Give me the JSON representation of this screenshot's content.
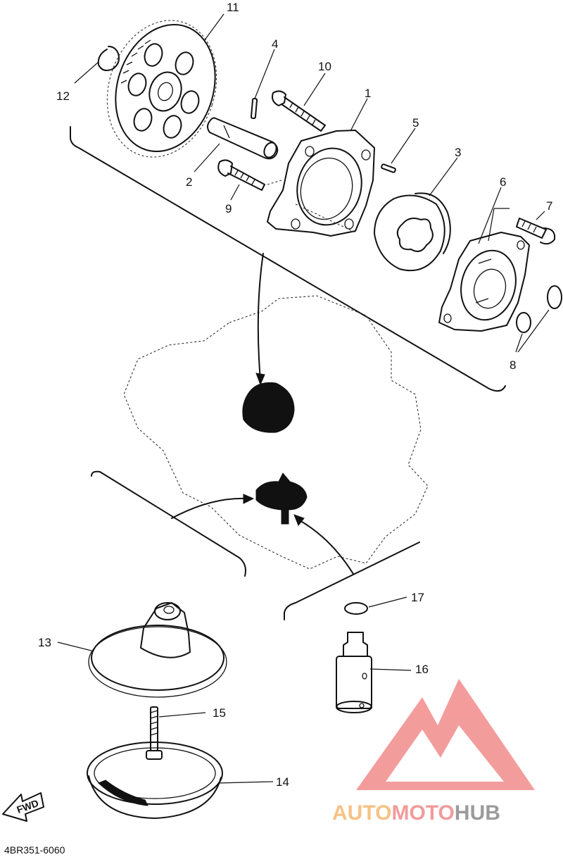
{
  "diagram": {
    "part_code": "4BR351-6060",
    "fwd_label": "FWD",
    "callouts": [
      "1",
      "2",
      "3",
      "4",
      "5",
      "6",
      "7",
      "8",
      "9",
      "10",
      "11",
      "12",
      "13",
      "14",
      "15",
      "16",
      "17"
    ]
  },
  "watermark": {
    "word_auto": "AUTO",
    "word_moto": "MOTO",
    "word_hub": "HUB",
    "colors": {
      "auto": "#f5b870",
      "moto": "#f08a8a",
      "hub": "#8a8a8a",
      "logo": "#f28b8b"
    }
  }
}
